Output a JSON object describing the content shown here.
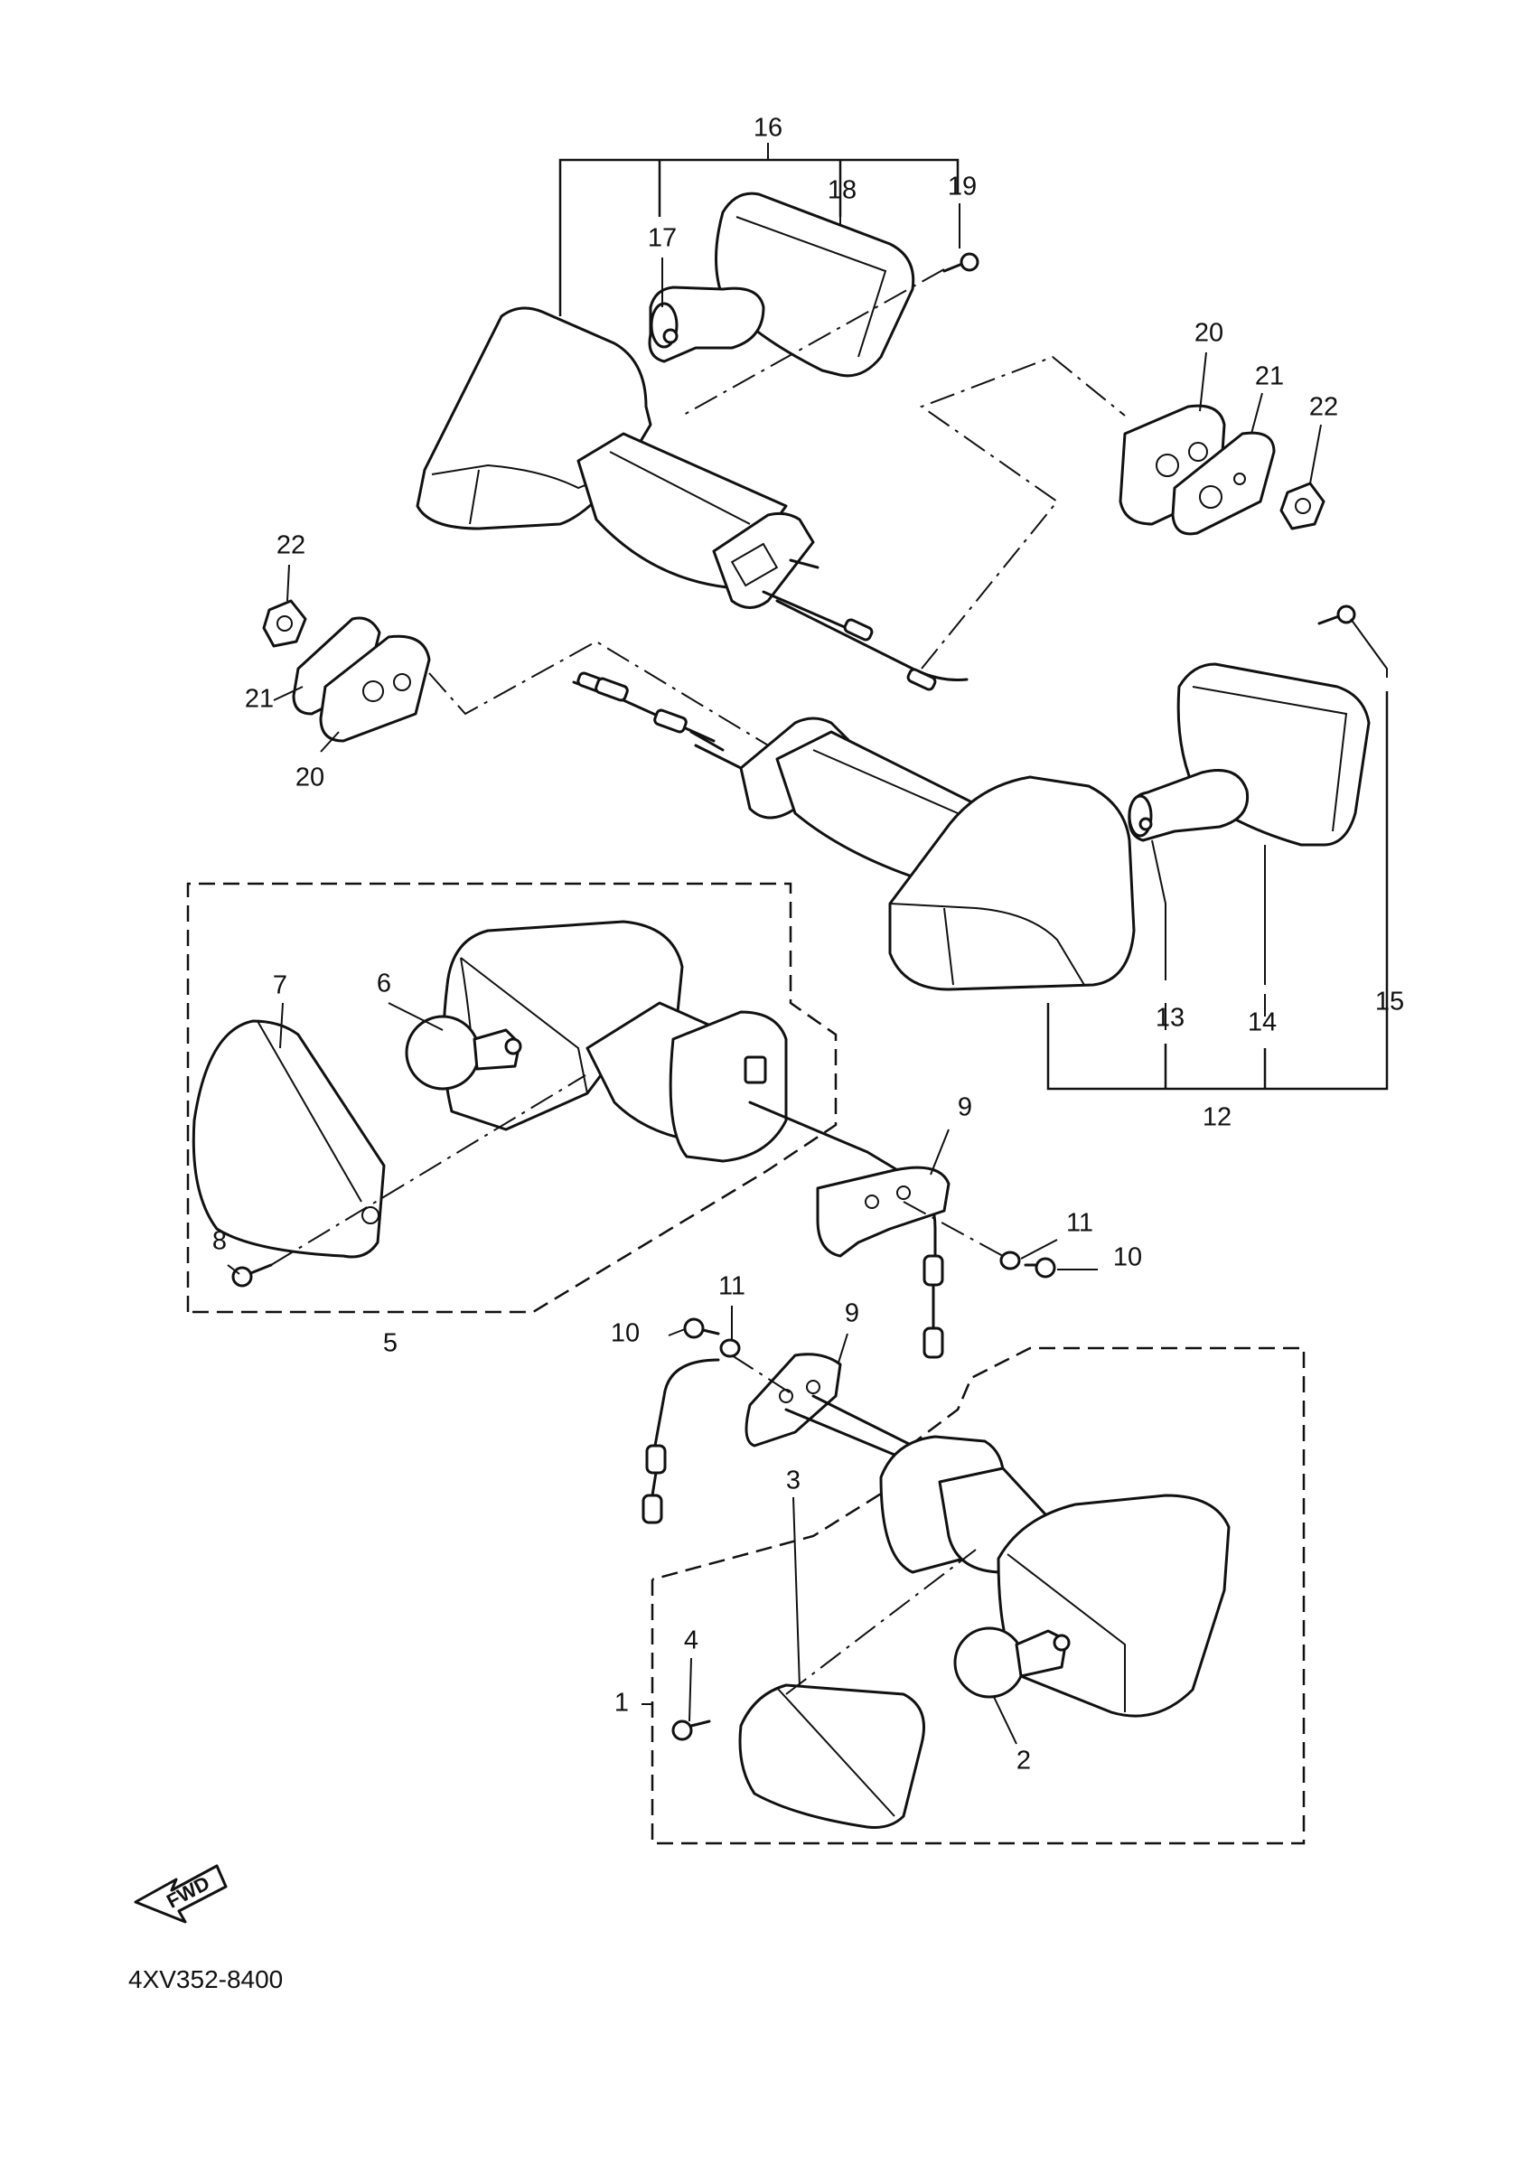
{
  "diagram_code": "4XV352-8400",
  "direction_label": "FWD",
  "part_numbers": {
    "p1": "1",
    "p2": "2",
    "p3": "3",
    "p4": "4",
    "p5": "5",
    "p6": "6",
    "p7": "7",
    "p8": "8",
    "p9a": "9",
    "p9b": "9",
    "p10a": "10",
    "p10b": "10",
    "p11a": "11",
    "p11b": "11",
    "p12": "12",
    "p13": "13",
    "p14": "14",
    "p15": "15",
    "p16": "16",
    "p17": "17",
    "p18": "18",
    "p19": "19",
    "p20a": "20",
    "p20b": "20",
    "p21a": "21",
    "p21b": "21",
    "p22a": "22",
    "p22b": "22"
  }
}
